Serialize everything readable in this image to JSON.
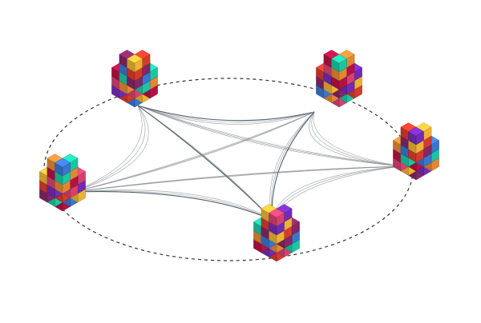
{
  "diagram": {
    "type": "mesh-network",
    "node_icon": "cube-cluster-icon",
    "nodes": [
      {
        "id": "top-left"
      },
      {
        "id": "top-right"
      },
      {
        "id": "right"
      },
      {
        "id": "left"
      },
      {
        "id": "bottom"
      }
    ],
    "links": [
      {
        "from": "top-left",
        "to": "top-right",
        "strands": 3
      },
      {
        "from": "top-left",
        "to": "right",
        "strands": 3
      },
      {
        "from": "top-left",
        "to": "left",
        "strands": 3
      },
      {
        "from": "top-left",
        "to": "bottom",
        "strands": 3
      },
      {
        "from": "top-right",
        "to": "right",
        "strands": 3
      },
      {
        "from": "top-right",
        "to": "left",
        "strands": 3
      },
      {
        "from": "top-right",
        "to": "bottom",
        "strands": 3
      },
      {
        "from": "right",
        "to": "left",
        "strands": 3
      },
      {
        "from": "right",
        "to": "bottom",
        "strands": 3
      },
      {
        "from": "left",
        "to": "bottom",
        "strands": 3
      }
    ],
    "colors": {
      "ring": "#333333",
      "link": "#7a7f86",
      "link_dark": "#3a4a55",
      "cube_palette": [
        "#8e2a6e",
        "#c4134a",
        "#e8402f",
        "#f7923a",
        "#ffc23a",
        "#1fd6b0",
        "#7b2fc4",
        "#3f7fe0",
        "#e6477a"
      ]
    }
  }
}
